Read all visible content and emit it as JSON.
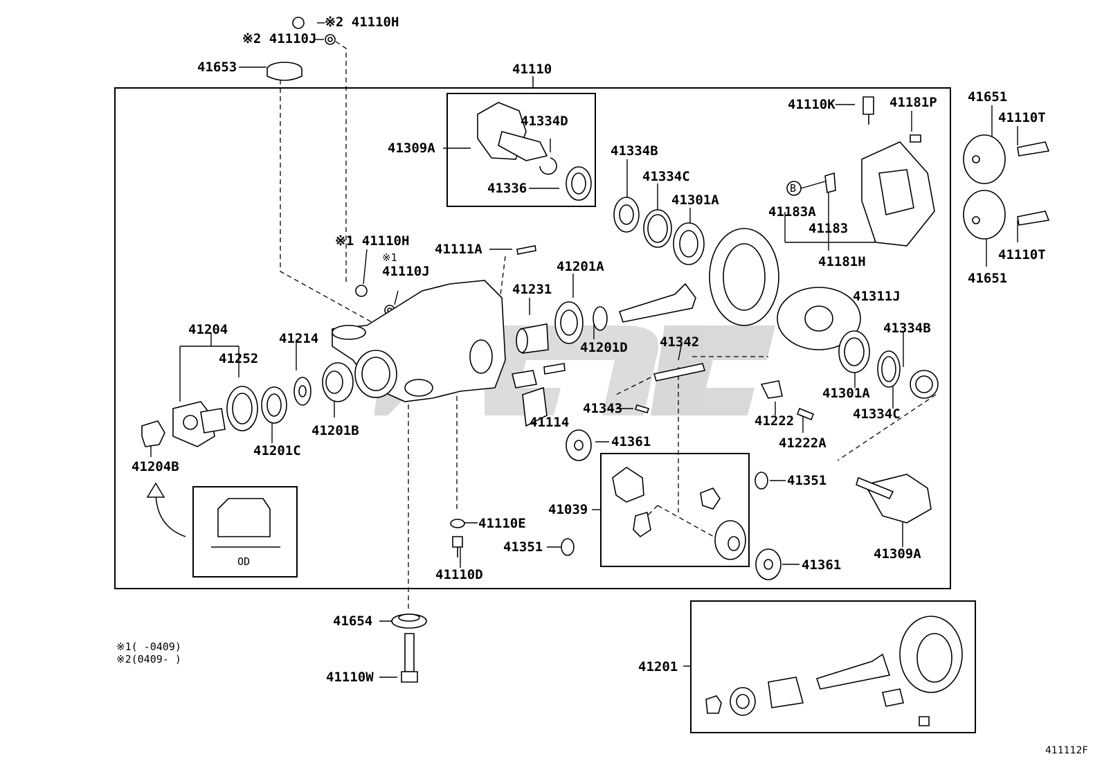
{
  "diagram": {
    "main_assembly_label": "41110",
    "doc_number": "411112F",
    "notes": [
      {
        "mark": "※1",
        "text": "(      -0409)"
      },
      {
        "mark": "※2",
        "text": "(0409-      )"
      }
    ],
    "od_label": "OD",
    "callout_b": "B",
    "labels": {
      "l41110H_top": "※2 41110H",
      "l41110J_top": "※2 41110J",
      "l41653": "41653",
      "l41110": "41110",
      "l41309A_top": "41309A",
      "l41334D": "41334D",
      "l41336": "41336",
      "l41334B_top": "41334B",
      "l41334C_top": "41334C",
      "l41301A_top": "41301A",
      "l41110K": "41110K",
      "l41181P": "41181P",
      "l41651_top": "41651",
      "l41110T_top": "41110T",
      "l41183A": "41183A",
      "l41183": "41183",
      "l41181H": "41181H",
      "l41110T_bot": "41110T",
      "l41651_bot": "41651",
      "l41110H_mid": "※1 41110H",
      "l41110J_mid_mark": "※1",
      "l41110J_mid": "41110J",
      "l41111A": "41111A",
      "l41201A": "41201A",
      "l41231": "41231",
      "l41311J": "41311J",
      "l41204": "41204",
      "l41252": "41252",
      "l41214": "41214",
      "l41201D": "41201D",
      "l41342": "41342",
      "l41334B_right": "41334B",
      "l41301A_right": "41301A",
      "l41334C_right": "41334C",
      "l41201B": "41201B",
      "l41201C": "41201C",
      "l41114": "41114",
      "l41343": "41343",
      "l41222": "41222",
      "l41222A": "41222A",
      "l41204B": "41204B",
      "l41361_top": "41361",
      "l41351_right": "41351",
      "l41039": "41039",
      "l41110E": "41110E",
      "l41351_left": "41351",
      "l41309A_bot": "41309A",
      "l41361_bot": "41361",
      "l41110D": "41110D",
      "l41654": "41654",
      "l41110W": "41110W",
      "l41201": "41201"
    }
  }
}
